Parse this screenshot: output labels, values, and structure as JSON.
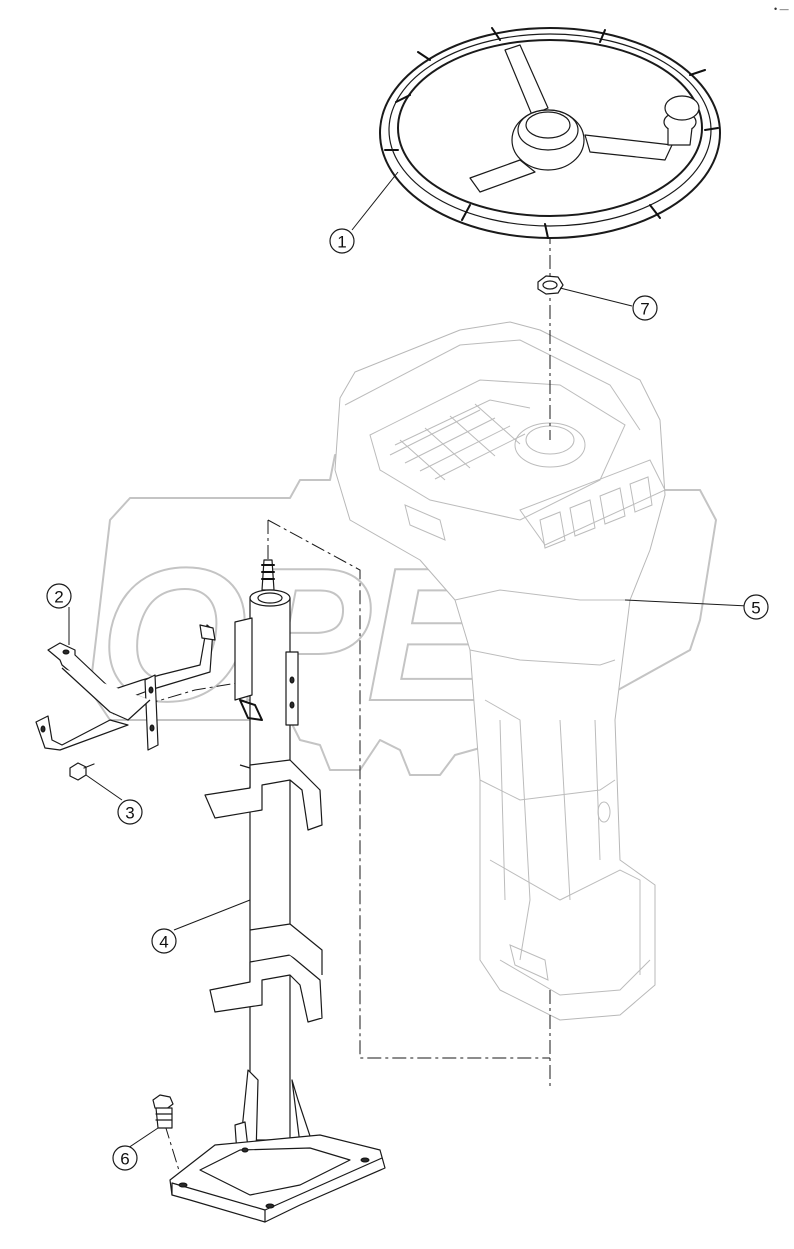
{
  "watermark": {
    "text": "OPEX"
  },
  "corner_mark": "• —",
  "callouts": [
    {
      "label": "1",
      "part": "steering-wheel"
    },
    {
      "label": "2",
      "part": "bracket"
    },
    {
      "label": "3",
      "part": "bolt"
    },
    {
      "label": "4",
      "part": "steering-column"
    },
    {
      "label": "5",
      "part": "console-cover"
    },
    {
      "label": "6",
      "part": "flange-bolt"
    },
    {
      "label": "7",
      "part": "nut"
    }
  ]
}
